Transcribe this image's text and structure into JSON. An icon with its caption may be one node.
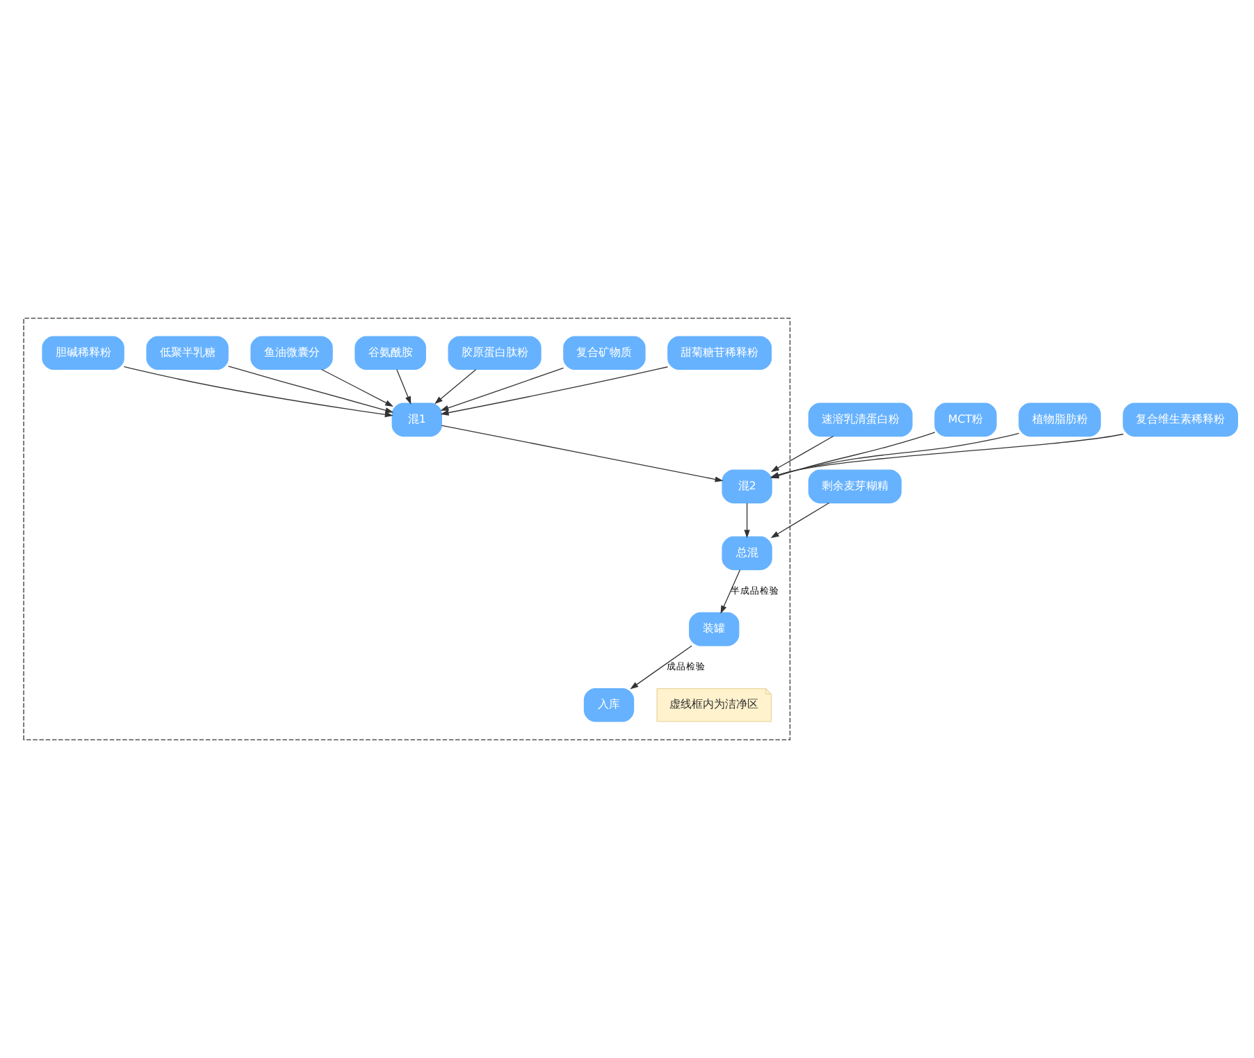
{
  "diagram": {
    "nodes": [
      {
        "text": [],
        "shape": "box"
      },
      {
        "text": [
          "甜菊糖苷稀释粉"
        ],
        "in": 0
      },
      {
        "text": [
          "复合矿物质"
        ],
        "in": 0
      },
      {
        "text": [
          "胶原蛋白肽粉"
        ],
        "in": 0
      },
      {
        "text": [
          "谷氨酰胺"
        ],
        "in": 0
      },
      {
        "text": [
          "鱼油微囊分"
        ],
        "in": 0
      },
      {
        "text": [
          "速溶乳清蛋白粉"
        ]
      },
      {
        "text": [
          "混1"
        ],
        "in": 0
      },
      {
        "text": [
          "低聚半乳糖"
        ],
        "in": 0
      },
      {
        "text": [
          "MCT粉"
        ]
      },
      {
        "text": [
          "胆碱稀释粉"
        ],
        "in": 0
      },
      {
        "text": [
          "植物脂肪粉"
        ]
      },
      {
        "text": [
          "混2"
        ],
        "in": 0
      },
      {
        "text": [
          "复合维生素稀释粉"
        ]
      },
      {
        "text": [
          "剩余麦芽糊精"
        ]
      },
      {
        "text": [
          "总混"
        ],
        "in": 0
      },
      {
        "text": [
          "装罐"
        ],
        "in": 0
      },
      {
        "text": [
          "入库"
        ],
        "in": 0
      },
      {
        "text": [
          "虚线框内为洁净区"
        ],
        "in": 0
      }
    ],
    "edges": [
      {
        "from": 1,
        "to": 7,
        "arrow": "to"
      },
      {
        "from": 2,
        "to": 7,
        "arrow": "to"
      },
      {
        "from": 3,
        "to": 7,
        "arrow": "to"
      },
      {
        "from": 4,
        "to": 7,
        "arrow": "to"
      },
      {
        "from": 5,
        "to": 7,
        "arrow": "to"
      },
      {
        "from": 8,
        "to": 7,
        "arrow": "to"
      },
      {
        "from": 10,
        "to": 7,
        "arrow": "to"
      },
      {
        "from": 7,
        "to": 12,
        "arrow": "to"
      },
      {
        "from": 6,
        "to": 12,
        "arrow": "to"
      },
      {
        "from": 9,
        "to": 12,
        "arrow": "to"
      },
      {
        "from": 11,
        "to": 12,
        "arrow": "to"
      },
      {
        "from": 13,
        "to": 12,
        "arrow": "to"
      },
      {
        "from": 12,
        "to": 15,
        "arrow": "to"
      },
      {
        "from": 14,
        "to": 15,
        "arrow": "to"
      },
      {
        "from": 15,
        "to": 16,
        "arrow": "to",
        "label": "半成品检验"
      },
      {
        "from": 16,
        "to": 17,
        "arrow": "to",
        "label": "成品检验"
      }
    ]
  }
}
